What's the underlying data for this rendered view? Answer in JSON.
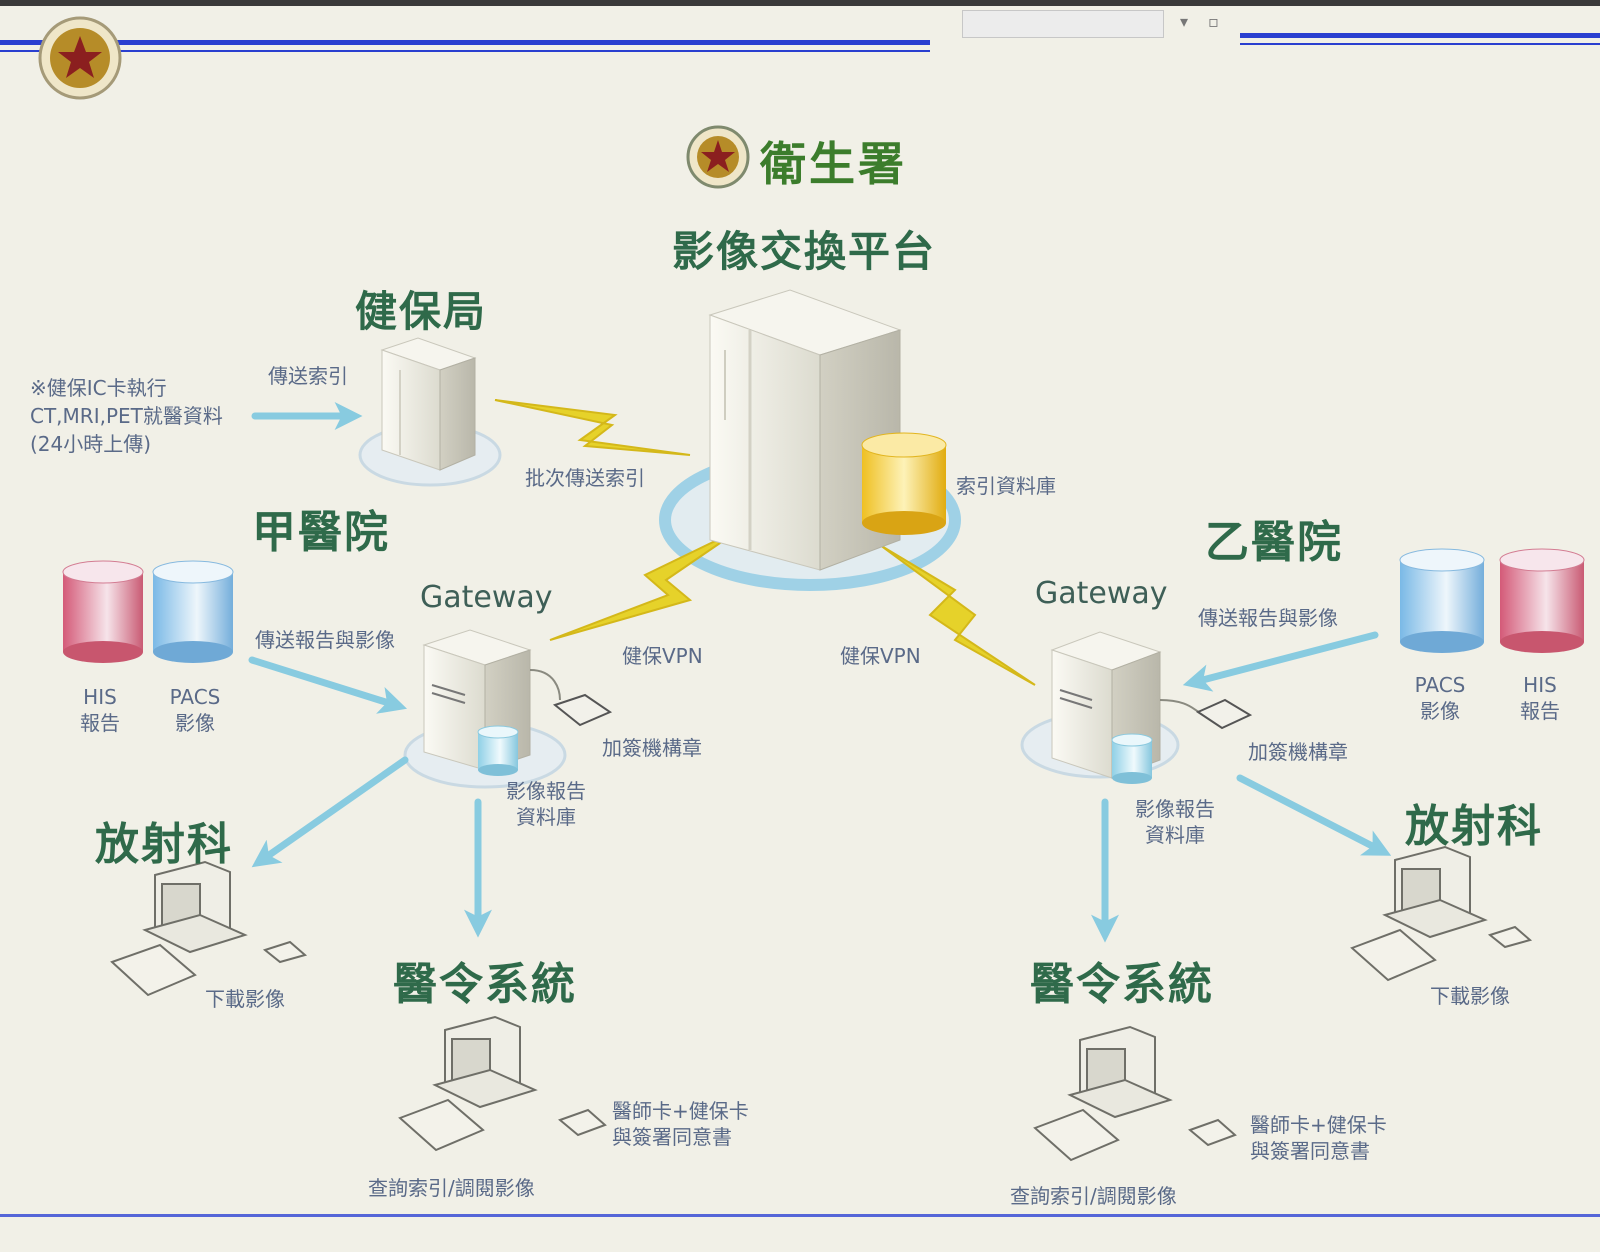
{
  "title": "衛生署",
  "platform": "影像交換平台",
  "nhi": {
    "name": "健保局",
    "note_lines": [
      "※健保IC卡執行",
      "CT,MRI,PET就醫資料",
      "(24小時上傳)"
    ],
    "send_index": "傳送索引"
  },
  "batch_index": "批次傳送索引",
  "index_db": "索引資料庫",
  "hospital_a": {
    "name": "甲醫院",
    "gateway": "Gateway",
    "send_report": "傳送報告與影像",
    "his": [
      "HIS",
      "報告"
    ],
    "pacs": [
      "PACS",
      "影像"
    ],
    "vpn": "健保VPN",
    "sign": "加簽機構章",
    "db": [
      "影像報告",
      "資料庫"
    ],
    "radiology": "放射科",
    "download": "下載影像",
    "order_system": "醫令系統",
    "cards": [
      "醫師卡+健保卡",
      "與簽署同意書"
    ],
    "query": "查詢索引/調閱影像"
  },
  "hospital_b": {
    "name": "乙醫院",
    "gateway": "Gateway",
    "send_report": "傳送報告與影像",
    "his": [
      "HIS",
      "報告"
    ],
    "pacs": [
      "PACS",
      "影像"
    ],
    "vpn": "健保VPN",
    "sign": "加簽機構章",
    "db": [
      "影像報告",
      "資料庫"
    ],
    "radiology": "放射科",
    "download": "下載影像",
    "order_system": "醫令系統",
    "cards": [
      "醫師卡+健保卡",
      "與簽署同意書"
    ],
    "query": "查詢索引/調閱影像"
  },
  "colors": {
    "arrow": "#88cbe0",
    "bolt": "#e6d22a",
    "rule": "#2a3fd0",
    "title_green": "#3c7d2c"
  }
}
